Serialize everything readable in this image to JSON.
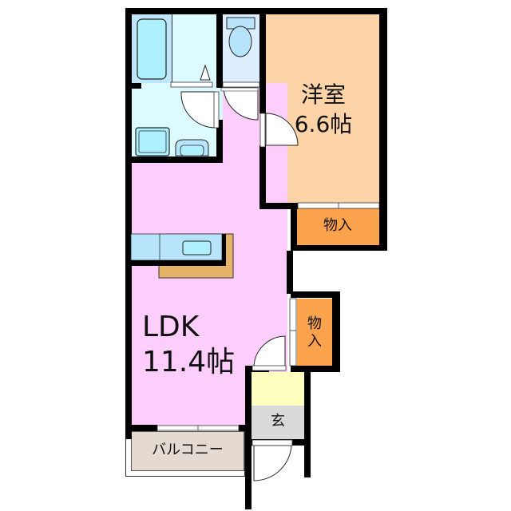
{
  "floorplan": {
    "rooms": {
      "western_room": {
        "name": "洋室",
        "size": "6.6帖",
        "color": "#fdd3a8"
      },
      "closet_upper": {
        "name": "物入",
        "color": "#fba24c"
      },
      "closet_side": {
        "name_line1": "物",
        "name_line2": "入",
        "color": "#fba24c"
      },
      "ldk": {
        "name": "LDK",
        "size": "11.4帖",
        "color": "#fdcdfc"
      },
      "entrance": {
        "name": "玄",
        "color": "#d9d9d9"
      },
      "entrance_step": {
        "color": "#ffffc0"
      },
      "balcony": {
        "name": "バルコニー",
        "color": "#e5dad2"
      },
      "bathroom": {
        "color": "#dcfbff"
      },
      "washroom": {
        "color": "#dcfbff"
      },
      "toilet": {
        "color": "#dceeff"
      }
    },
    "colors": {
      "wall": "#000000",
      "fixture_blue": "#b8e4fb",
      "fixture_light": "#aef0ff",
      "counter": "#e5b46a"
    }
  }
}
